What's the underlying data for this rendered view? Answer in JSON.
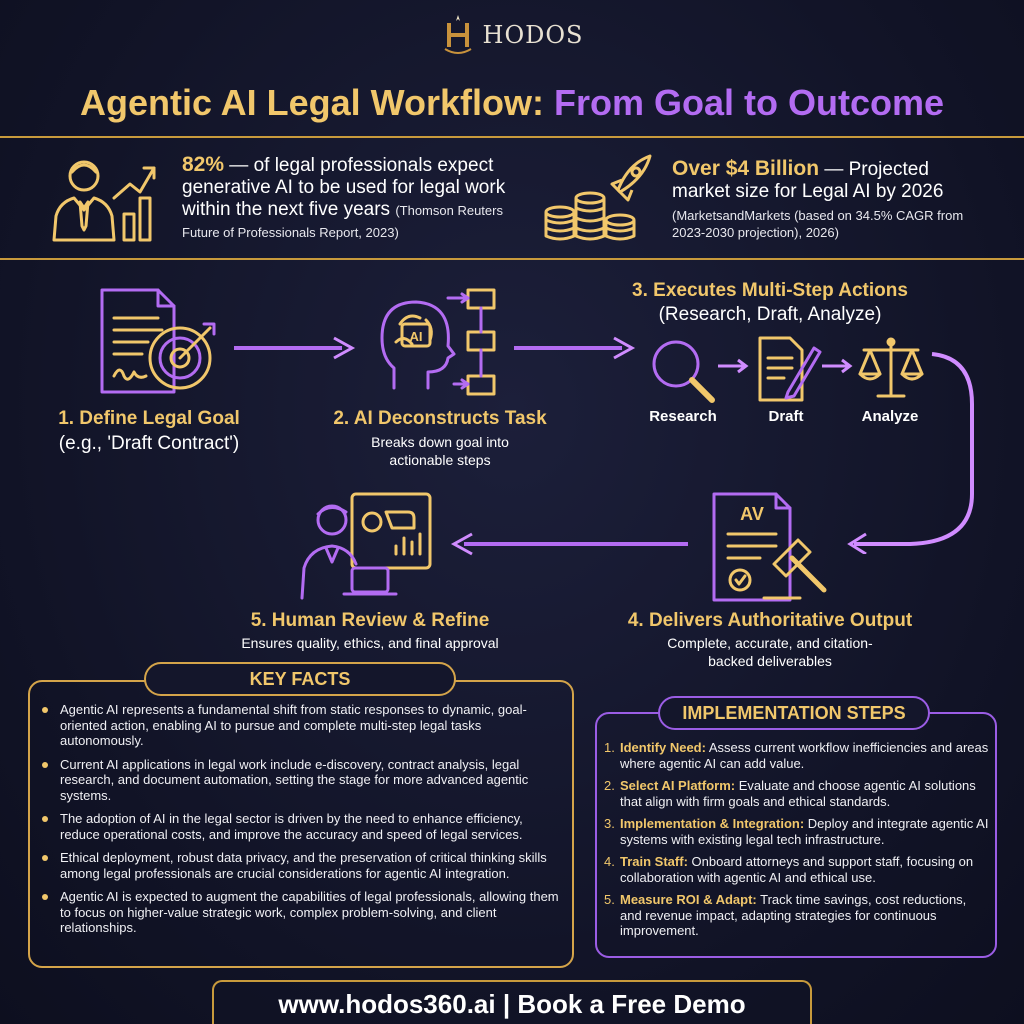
{
  "header": {
    "brand": "HODOS",
    "title_part1": "Agentic AI Legal Workflow:",
    "title_part2": "From Goal to Outcome"
  },
  "stats": [
    {
      "highlight": "82%",
      "text": " — of legal professionals expect generative AI to be used for legal work within the next five years",
      "source": "(Thomson Reuters Future of Professionals Report, 2023)"
    },
    {
      "highlight": "Over $4 Billion",
      "text": " — Projected market size for Legal AI by 2026",
      "source": "(MarketsandMarkets (based on 34.5% CAGR from 2023-2030 projection), 2026)"
    }
  ],
  "workflow": {
    "step1": {
      "title": "1. Define Legal Goal",
      "subtitle": "(e.g., 'Draft Contract')"
    },
    "step2": {
      "title": "2. AI Deconstructs Task",
      "desc": "Breaks down goal into actionable steps"
    },
    "step3": {
      "title": "3. Executes Multi-Step Actions",
      "subtitle": "(Research, Draft, Analyze)",
      "sub_steps": [
        "Research",
        "Draft",
        "Analyze"
      ]
    },
    "step4": {
      "title": "4. Delivers Authoritative Output",
      "desc": "Complete, accurate, and citation-backed deliverables",
      "doc_label": "AV"
    },
    "step5": {
      "title": "5. Human Review & Refine",
      "desc": "Ensures quality, ethics, and final approval"
    },
    "ai_label": "AI"
  },
  "key_facts": {
    "heading": "KEY FACTS",
    "items": [
      "Agentic AI represents a fundamental shift from static responses to dynamic, goal-oriented action, enabling AI to pursue and complete multi-step legal tasks autonomously.",
      "Current AI applications in legal work include e-discovery, contract analysis, legal research, and document automation, setting the stage for more advanced agentic systems.",
      "The adoption of AI in the legal sector is driven by the need to enhance efficiency, reduce operational costs, and improve the accuracy and speed of legal services.",
      "Ethical deployment, robust data privacy, and the preservation of critical thinking skills among legal professionals are crucial considerations for agentic AI integration.",
      "Agentic AI is expected to augment the capabilities of legal professionals, allowing them to focus on higher-value strategic work, complex problem-solving, and client relationships."
    ]
  },
  "implementation": {
    "heading": "IMPLEMENTATION STEPS",
    "items": [
      {
        "num": "1.",
        "label": "Identify Need:",
        "text": " Assess current workflow inefficiencies and areas where agentic AI can add value."
      },
      {
        "num": "2.",
        "label": "Select AI Platform:",
        "text": " Evaluate and choose agentic AI solutions that align with firm goals and ethical standards."
      },
      {
        "num": "3.",
        "label": "Implementation & Integration:",
        "text": " Deploy and integrate agentic AI systems with existing legal tech infrastructure."
      },
      {
        "num": "4.",
        "label": "Train Staff:",
        "text": " Onboard attorneys and support staff, focusing on collaboration with agentic AI and ethical use."
      },
      {
        "num": "5.",
        "label": "Measure ROI & Adapt:",
        "text": " Track time savings, cost reductions, and revenue impact, adapting strategies for continuous improvement."
      }
    ]
  },
  "footer": {
    "text": "www.hodos360.ai | Book a Free Demo"
  },
  "colors": {
    "gold": "#f1c76b",
    "purple": "#b36cf2",
    "bg": "#14162b",
    "border_gold": "#c89a3c"
  }
}
